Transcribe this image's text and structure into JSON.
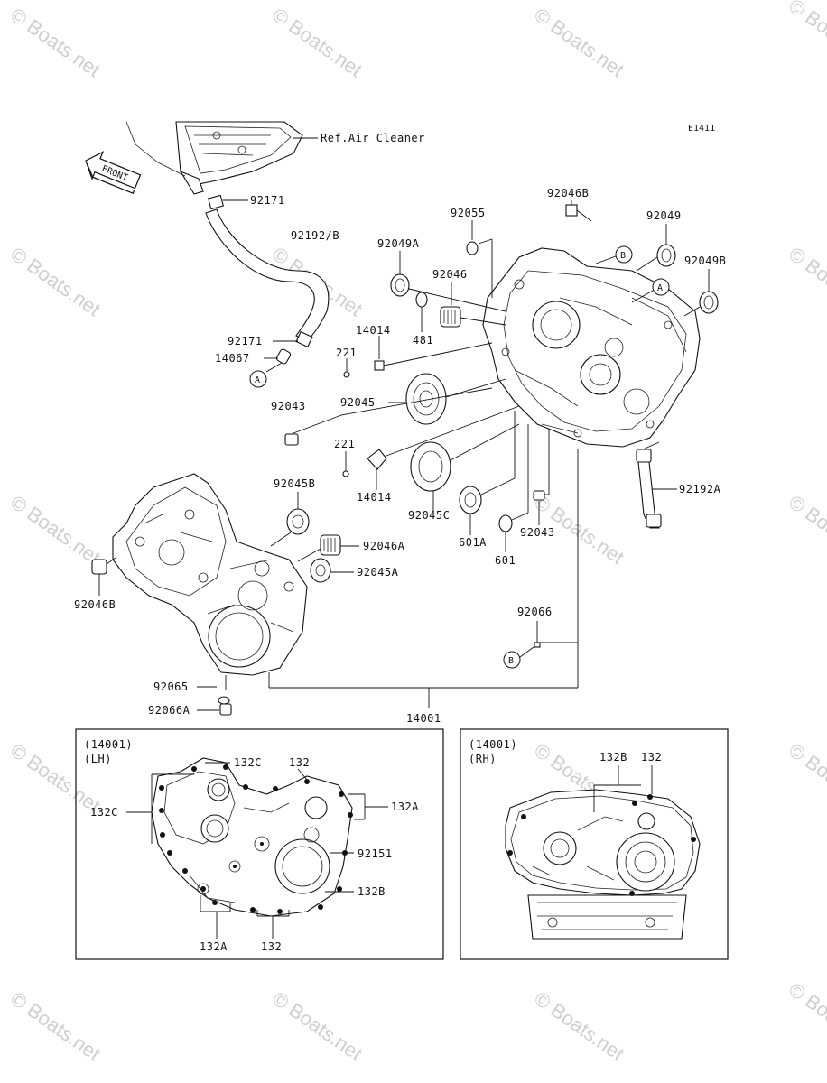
{
  "diagram_code": "E1411",
  "front_label": "FRONT",
  "ref_air_cleaner": "Ref.Air Cleaner",
  "watermark": "© Boats.net",
  "callouts": {
    "A": "A",
    "B": "B"
  },
  "parts": {
    "p92171_top": "92171",
    "p92192B": "92192/B",
    "p92171_bot": "92171",
    "p14067": "14067",
    "p92049A": "92049A",
    "p92055": "92055",
    "p92046B_top": "92046B",
    "p92049": "92049",
    "p92049B": "92049B",
    "p92046": "92046",
    "p481": "481",
    "p14014_top": "14014",
    "p221_top": "221",
    "p92045": "92045",
    "p92043_left": "92043",
    "p221_bot": "221",
    "p14014_bot": "14014",
    "p92045B": "92045B",
    "p92045C": "92045C",
    "p601A": "601A",
    "p601": "601",
    "p92043_right": "92043",
    "p92192A": "92192A",
    "p92046A": "92046A",
    "p92045A": "92045A",
    "p92046B_left": "92046B",
    "p92066": "92066",
    "p92065": "92065",
    "p92066A": "92066A",
    "p14001": "14001"
  },
  "inset_lh": {
    "header": "(14001)",
    "side": "(LH)",
    "labels": {
      "l132C_top": "132C",
      "l132_top": "132",
      "l132C_left": "132C",
      "l132A_right": "132A",
      "l92151": "92151",
      "l132B": "132B",
      "l132A_bottom": "132A",
      "l132_bottom": "132"
    }
  },
  "inset_rh": {
    "header": "(14001)",
    "side": "(RH)",
    "labels": {
      "r132B": "132B",
      "r132": "132"
    }
  }
}
